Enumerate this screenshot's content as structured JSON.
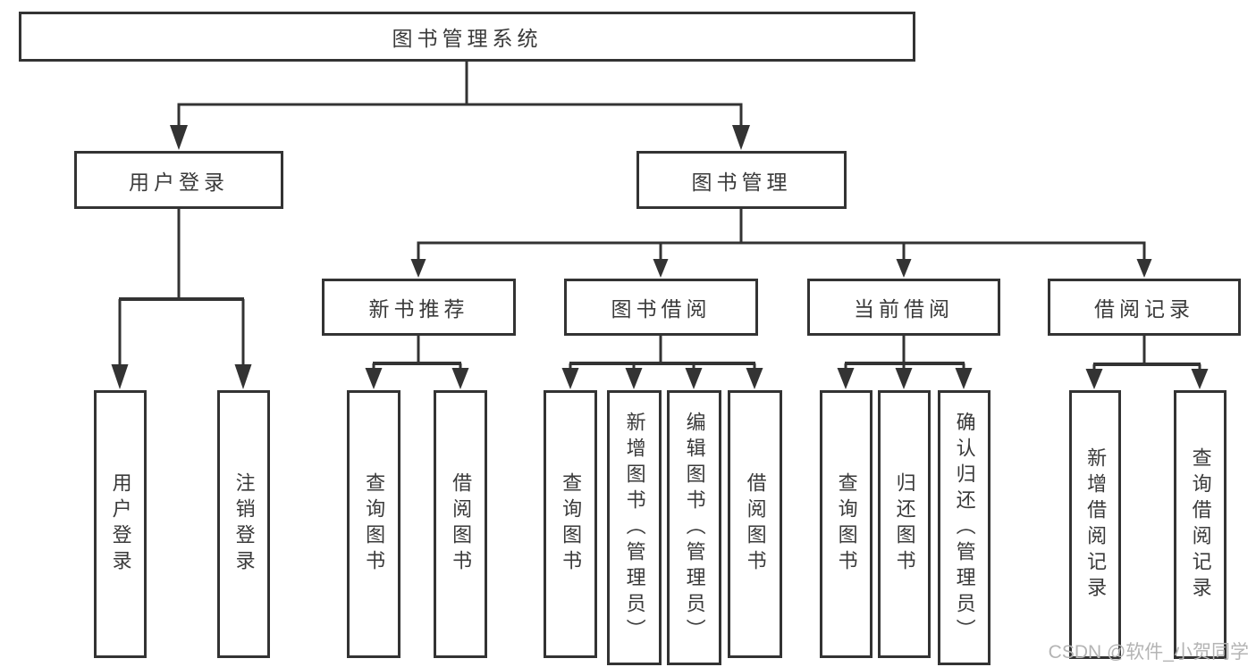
{
  "tree": {
    "label": "图书管理系统",
    "children": [
      {
        "label": "用户登录",
        "children": [
          {
            "label": "用户登录"
          },
          {
            "label": "注销登录"
          }
        ]
      },
      {
        "label": "图书管理",
        "children": [
          {
            "label": "新书推荐",
            "children": [
              {
                "label": "查询图书"
              },
              {
                "label": "借阅图书"
              }
            ]
          },
          {
            "label": "图书借阅",
            "children": [
              {
                "label": "查询图书"
              },
              {
                "label": "新增图书（管理员）"
              },
              {
                "label": "编辑图书（管理员）"
              },
              {
                "label": "借阅图书"
              }
            ]
          },
          {
            "label": "当前借阅",
            "children": [
              {
                "label": "查询图书"
              },
              {
                "label": "归还图书"
              },
              {
                "label": "确认归还（管理员）"
              }
            ]
          },
          {
            "label": "借阅记录",
            "children": [
              {
                "label": "新增借阅记录"
              },
              {
                "label": "查询借阅记录"
              }
            ]
          }
        ]
      }
    ]
  },
  "watermark": "CSDN @软件_小贺同学",
  "colors": {
    "line": "#333333",
    "border": "#333333",
    "text": "#3a3a3a",
    "watermark": "#b4b4b4",
    "background": "#ffffff"
  }
}
